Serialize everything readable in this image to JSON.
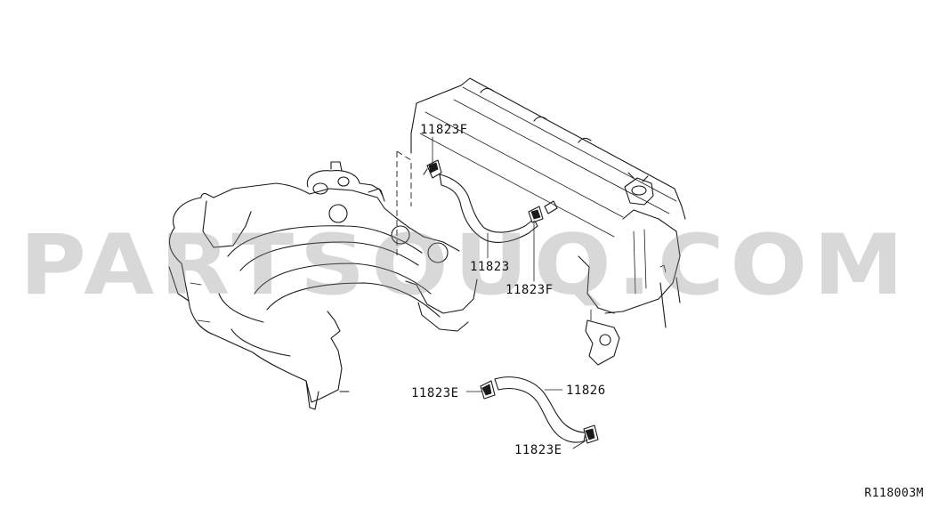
{
  "watermark": {
    "text": "PARTSOUQ.COM"
  },
  "diagram": {
    "code": "R118003M",
    "callouts": [
      {
        "id": "clamp-upper",
        "label": "11823F"
      },
      {
        "id": "hose-upper",
        "label": "11823"
      },
      {
        "id": "clamp-upper-right",
        "label": "11823F"
      },
      {
        "id": "hose-lower",
        "label": "11826"
      },
      {
        "id": "clamp-lower-left",
        "label": "11823E"
      },
      {
        "id": "clamp-lower-right",
        "label": "11823E"
      }
    ]
  },
  "colors": {
    "line": "#1a1a1a",
    "watermark": "#8a8a8a",
    "background": "#ffffff"
  }
}
